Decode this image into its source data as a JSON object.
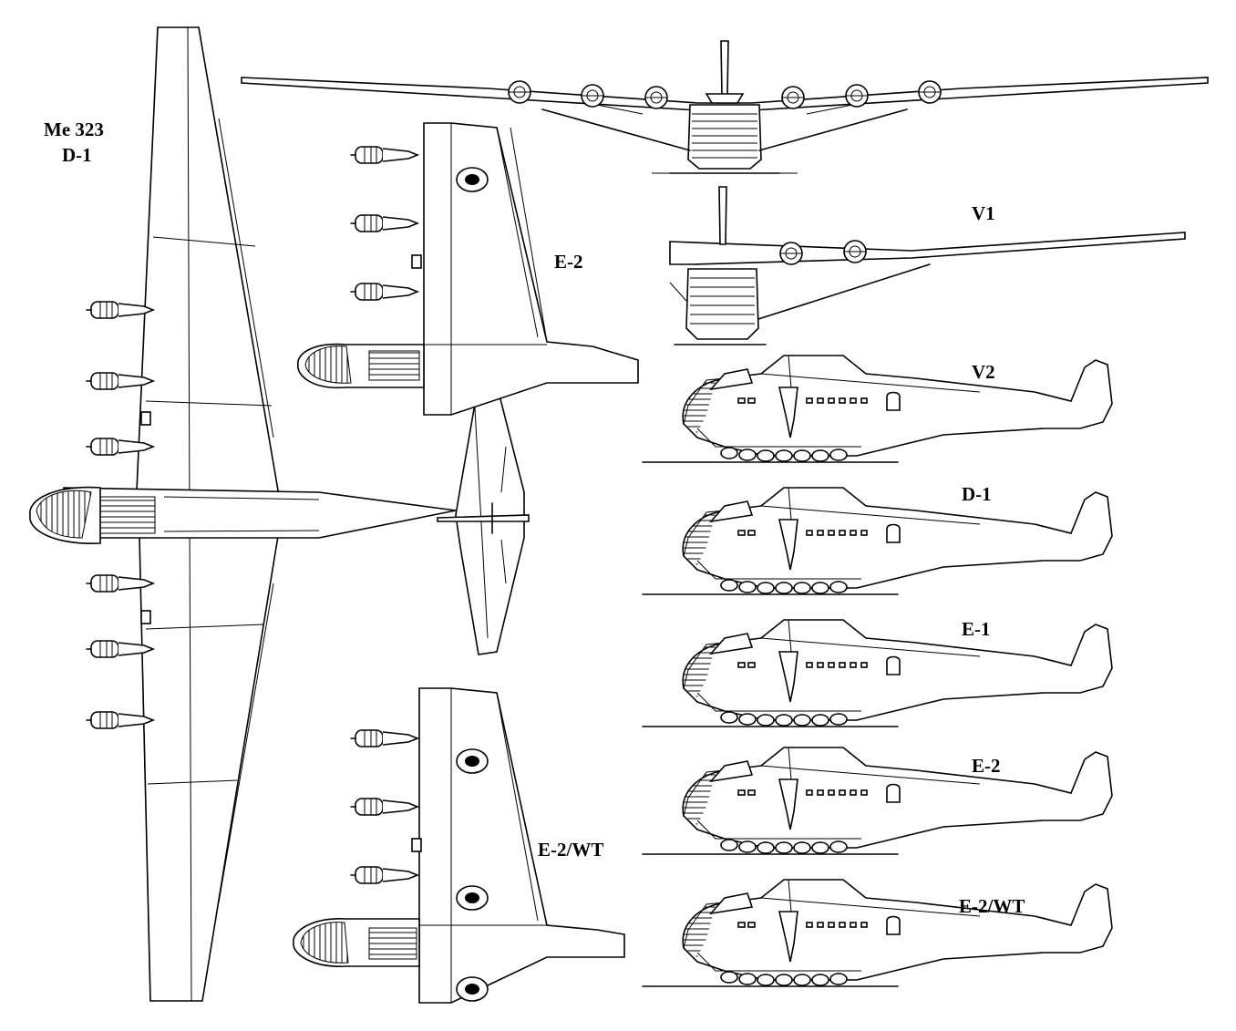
{
  "title_lines": [
    "Me 323",
    "D-1"
  ],
  "labels": {
    "planform_e2": "E-2",
    "planform_e2wt": "E-2/WT",
    "front_v1": "V1",
    "side_v2": "V2",
    "side_d1": "D-1",
    "side_e1": "E-1",
    "side_e2": "E-2",
    "side_e2wt": "E-2/WT"
  }
}
